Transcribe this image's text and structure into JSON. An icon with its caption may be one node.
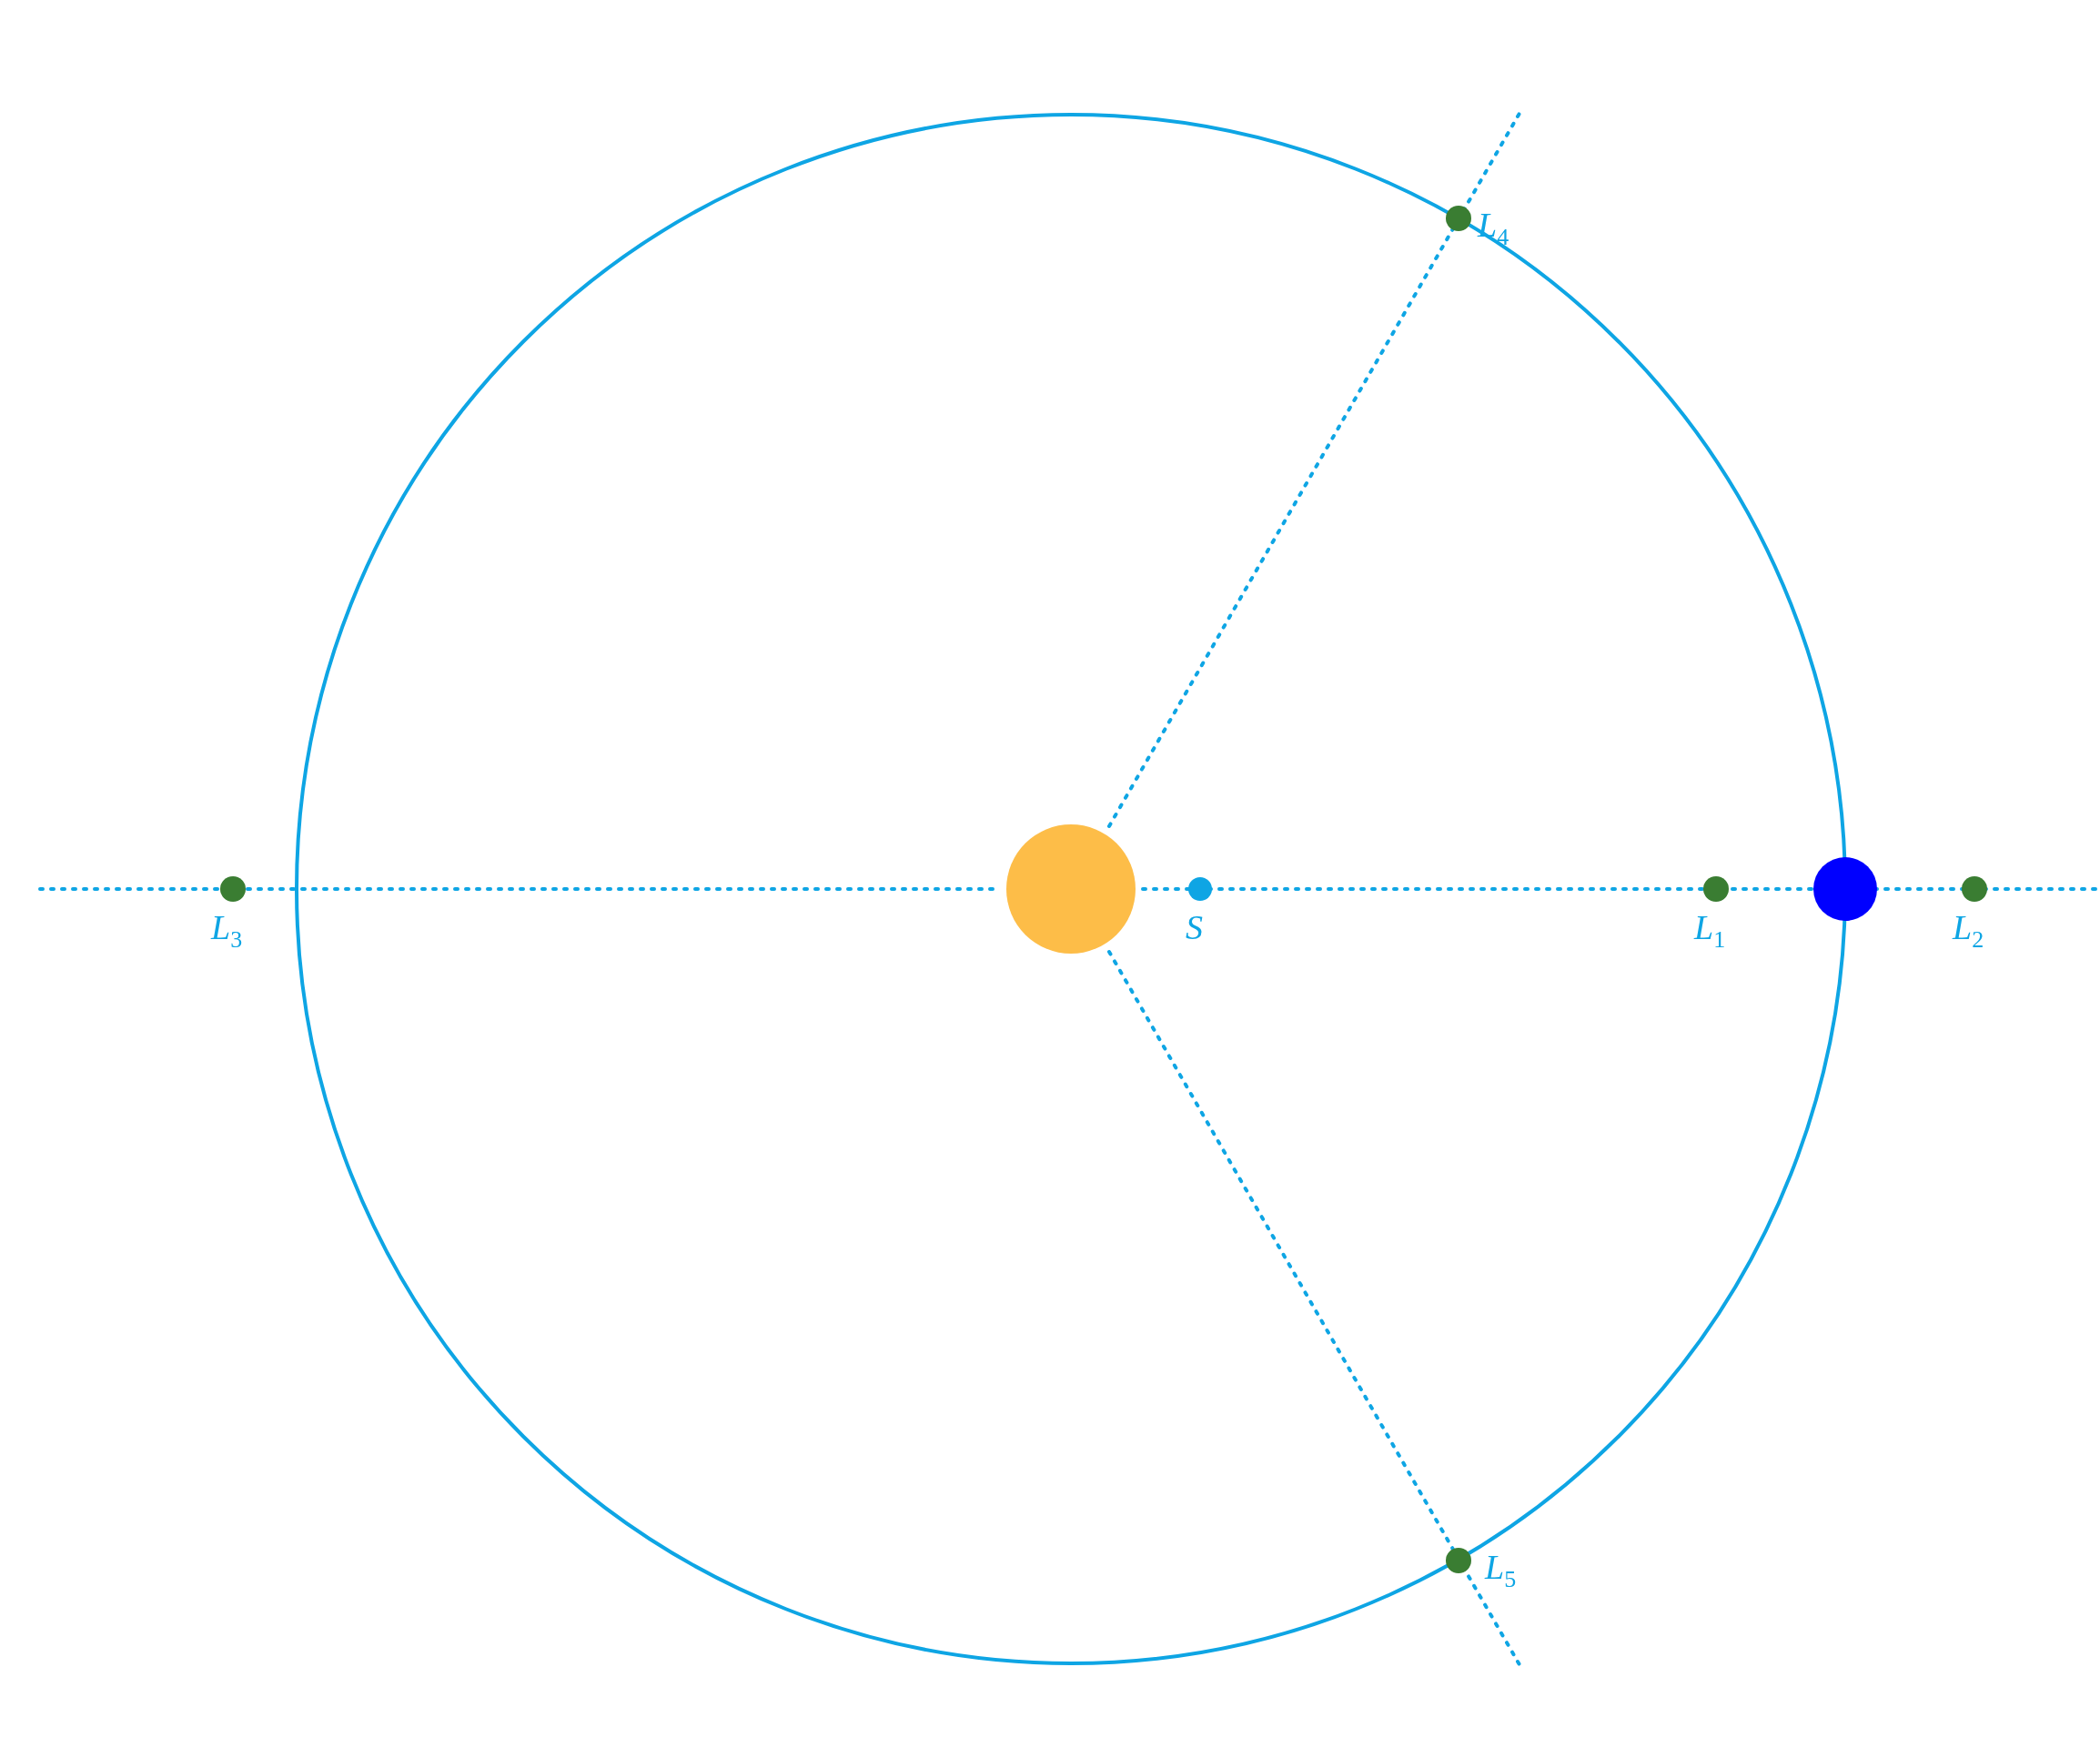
{
  "diagram": {
    "nodes": [
      {
        "text": [],
        "shape": "circle",
        "beside": [
          "L$_{4}$"
        ]
      },
      {
        "text": [],
        "shape": "circle",
        "beside": [
          "L$_{3}$"
        ]
      },
      {
        "text": [],
        "shape": "circle"
      },
      {
        "text": [],
        "shape": "circle",
        "beside": [
          "S"
        ]
      },
      {
        "text": [],
        "shape": "circle",
        "beside": [
          "L$_{1}$"
        ]
      },
      {
        "text": [],
        "shape": "circle"
      },
      {
        "text": [],
        "shape": "circle",
        "beside": [
          "L$_{2}$"
        ]
      },
      {
        "text": [],
        "shape": "circle",
        "beside": [
          "L$_{5}$"
        ]
      }
    ]
  }
}
